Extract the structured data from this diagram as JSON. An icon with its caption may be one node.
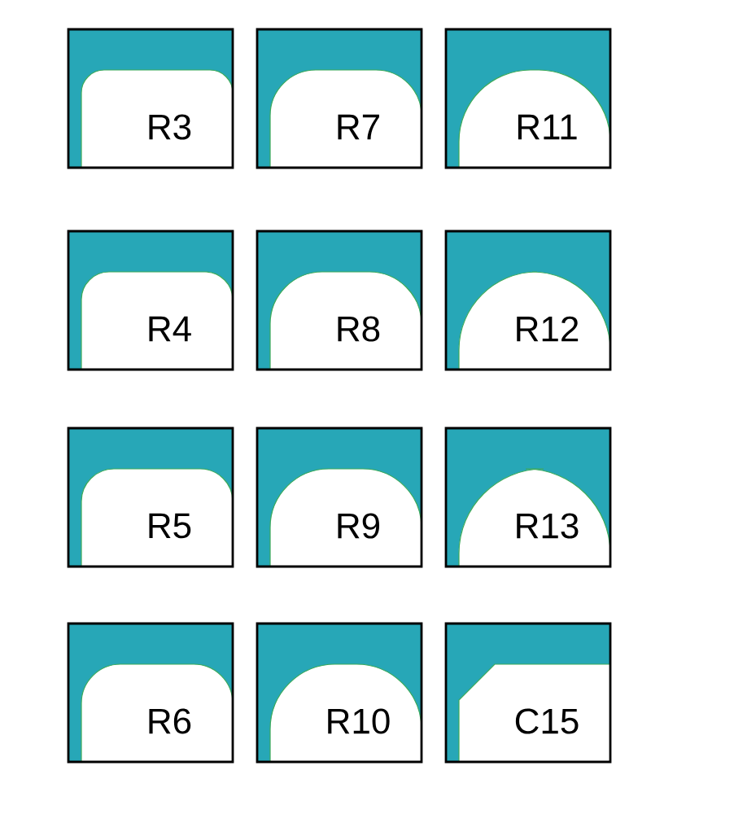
{
  "diagram": {
    "nodes": [
      {
        "text": [
          "R3"
        ]
      },
      {
        "text": [
          "R7"
        ]
      },
      {
        "text": [
          "R11"
        ]
      },
      {
        "text": [
          "R4"
        ]
      },
      {
        "text": [
          "R8"
        ]
      },
      {
        "text": [
          "R12"
        ]
      },
      {
        "text": [
          "R5"
        ]
      },
      {
        "text": [
          "R9"
        ]
      },
      {
        "text": [
          "R13"
        ]
      },
      {
        "text": [
          "R6"
        ]
      },
      {
        "text": [
          "R10"
        ]
      },
      {
        "text": [
          "C15"
        ]
      }
    ]
  }
}
